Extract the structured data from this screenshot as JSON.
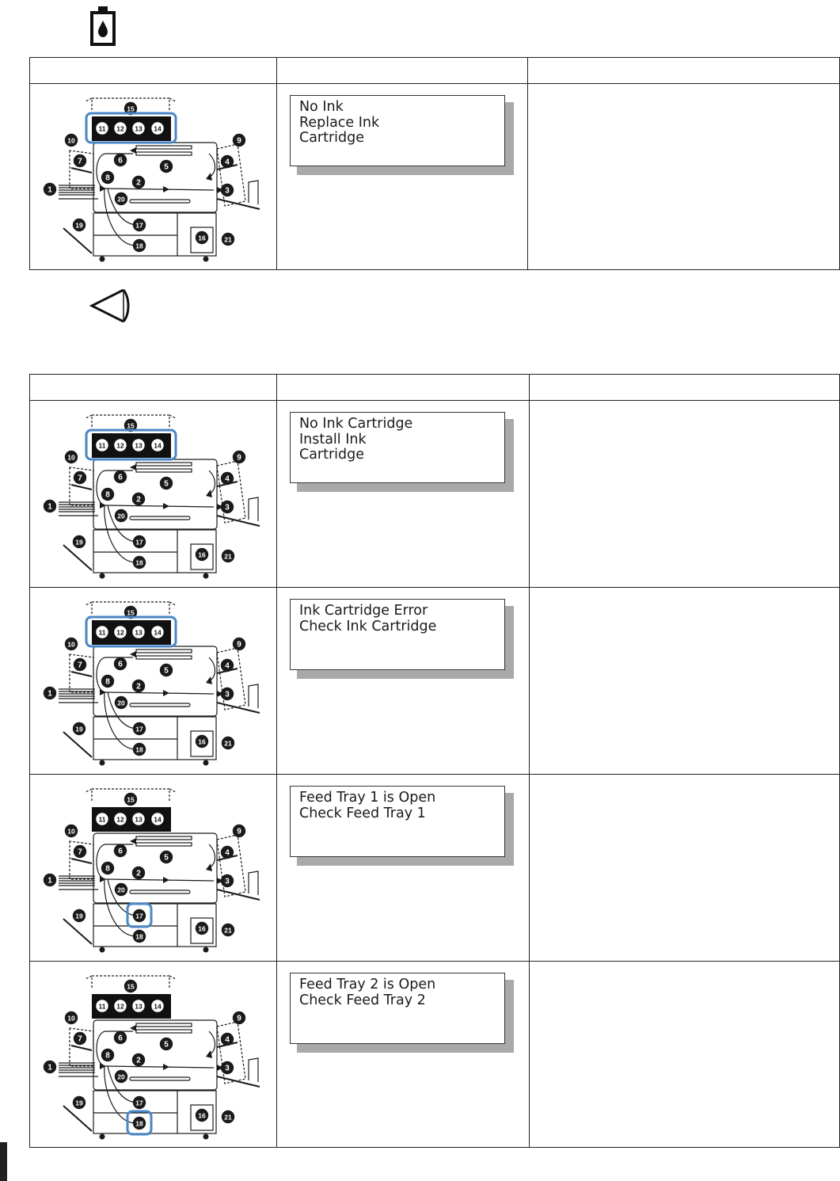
{
  "section1": {
    "icon": "ink-drop-cartridge-icon",
    "rows": [
      {
        "highlight": [
          "11",
          "12",
          "13",
          "14"
        ],
        "lcd": [
          "No Ink",
          "Replace Ink",
          "Cartridge"
        ]
      }
    ]
  },
  "section2": {
    "icon": "eye-icon",
    "rows": [
      {
        "highlight": [
          "11",
          "12",
          "13",
          "14"
        ],
        "lcd": [
          "No Ink Cartridge",
          "Install Ink",
          "Cartridge"
        ]
      },
      {
        "highlight": [
          "11",
          "12",
          "13",
          "14"
        ],
        "lcd": [
          "Ink Cartridge Error",
          "Check Ink Cartridge"
        ]
      },
      {
        "highlight": [
          "17"
        ],
        "lcd": [
          "Feed Tray 1 is Open",
          "Check Feed Tray 1"
        ]
      },
      {
        "highlight": [
          "18"
        ],
        "lcd": [
          "Feed Tray 2 is Open",
          "Check Feed Tray 2"
        ]
      }
    ]
  },
  "diagram_labels": {
    "n1": "1",
    "n2": "2",
    "n3": "3",
    "n4": "4",
    "n5": "5",
    "n6": "6",
    "n7": "7",
    "n8": "8",
    "n9": "9",
    "n10": "10",
    "n11": "11",
    "n12": "12",
    "n13": "13",
    "n14": "14",
    "n15": "15",
    "n16": "16",
    "n17": "17",
    "n18": "18",
    "n19": "19",
    "n20": "20",
    "n21": "21"
  },
  "colors": {
    "highlight": "#4a86c5",
    "lcd_shadow": "#a9a9a9",
    "ink": "#1a1a1a"
  }
}
